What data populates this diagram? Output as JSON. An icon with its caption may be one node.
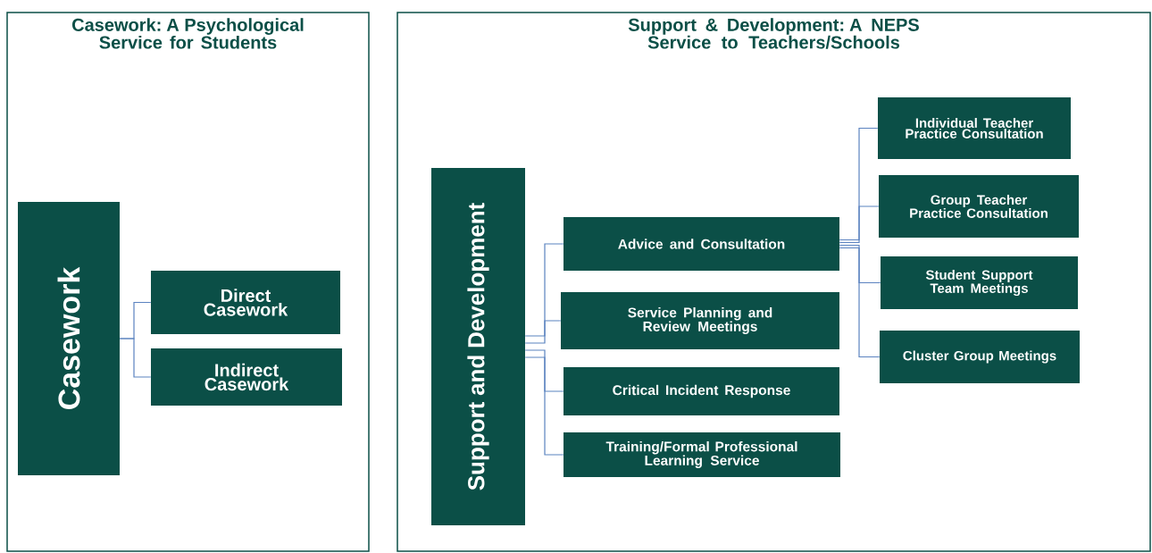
{
  "diagram": {
    "nodes": [
      {
        "text": [
          "Casework: A Psychological Service for Students"
        ]
      },
      {
        "text": [
          "Casework"
        ],
        "in": 0
      },
      {
        "text": [
          "Direct Casework"
        ],
        "in": 0
      },
      {
        "text": [
          "Indirect Casework"
        ],
        "in": 0
      },
      {
        "text": [
          "Support & Development: A NEPS Service to Teachers/Schools"
        ]
      },
      {
        "text": [
          "Support and Development"
        ],
        "in": 4
      },
      {
        "text": [
          "Advice and Consultation"
        ],
        "in": 4
      },
      {
        "text": [
          "Service Planning and Review Meetings"
        ],
        "in": 4
      },
      {
        "text": [
          "Critical Incident Response"
        ],
        "in": 4
      },
      {
        "text": [
          "Training/Formal Professional Learning Service"
        ],
        "in": 4
      },
      {
        "text": [
          "Individual Teacher Practice Consultation"
        ],
        "in": 4
      },
      {
        "text": [
          "Group Teacher Practice Consultation"
        ],
        "in": 4
      },
      {
        "text": [
          "Student Support Team Meetings"
        ],
        "in": 4
      },
      {
        "text": [
          "Cluster Group Meetings"
        ],
        "in": 4
      }
    ],
    "edges": [
      {
        "from": 1,
        "to": 2,
        "arrow": "none"
      },
      {
        "from": 1,
        "to": 3,
        "arrow": "none"
      },
      {
        "from": 5,
        "to": 6,
        "arrow": "none"
      },
      {
        "from": 5,
        "to": 7,
        "arrow": "none"
      },
      {
        "from": 5,
        "to": 8,
        "arrow": "none"
      },
      {
        "from": 5,
        "to": 9,
        "arrow": "none"
      },
      {
        "from": 6,
        "to": 10,
        "arrow": "none"
      },
      {
        "from": 6,
        "to": 11,
        "arrow": "none"
      },
      {
        "from": 6,
        "to": 12,
        "arrow": "none"
      },
      {
        "from": 6,
        "to": 13,
        "arrow": "none"
      }
    ]
  }
}
